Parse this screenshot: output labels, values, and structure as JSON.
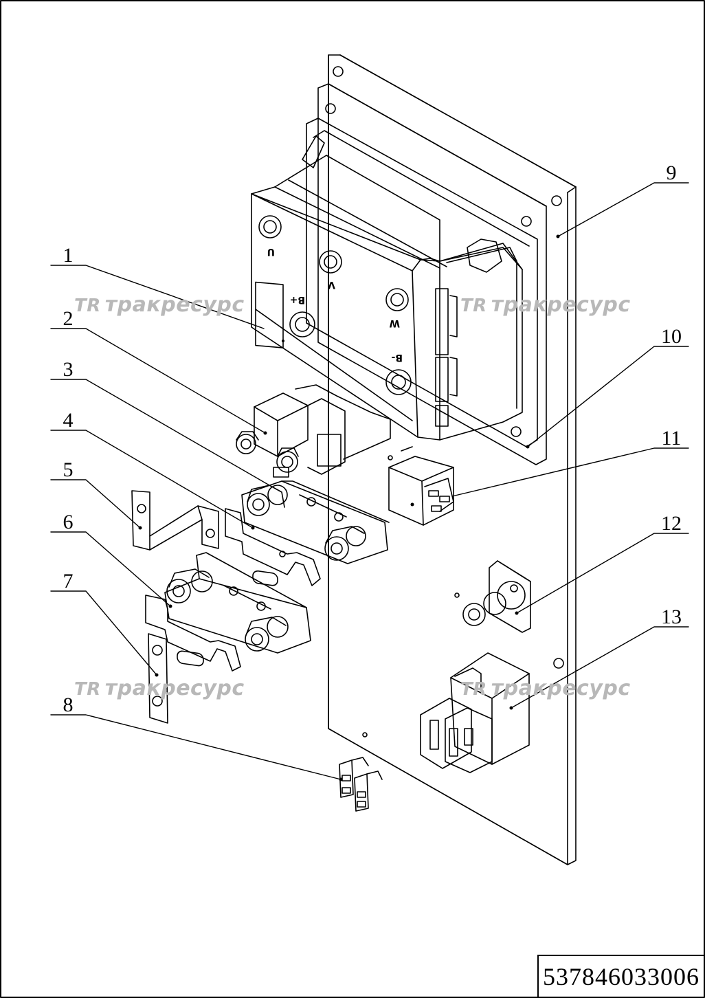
{
  "callouts": [
    {
      "label": "1"
    },
    {
      "label": "2"
    },
    {
      "label": "3"
    },
    {
      "label": "4"
    },
    {
      "label": "5"
    },
    {
      "label": "6"
    },
    {
      "label": "7"
    },
    {
      "label": "8"
    },
    {
      "label": "9"
    },
    {
      "label": "10"
    },
    {
      "label": "11"
    },
    {
      "label": "12"
    },
    {
      "label": "13"
    }
  ],
  "terminals": {
    "u": "U",
    "v": "V",
    "w": "W",
    "bplus": "B+",
    "bminus": "B-"
  },
  "watermark": {
    "text": "тракресурс",
    "logo": "TR"
  },
  "document_number": "537846033006"
}
